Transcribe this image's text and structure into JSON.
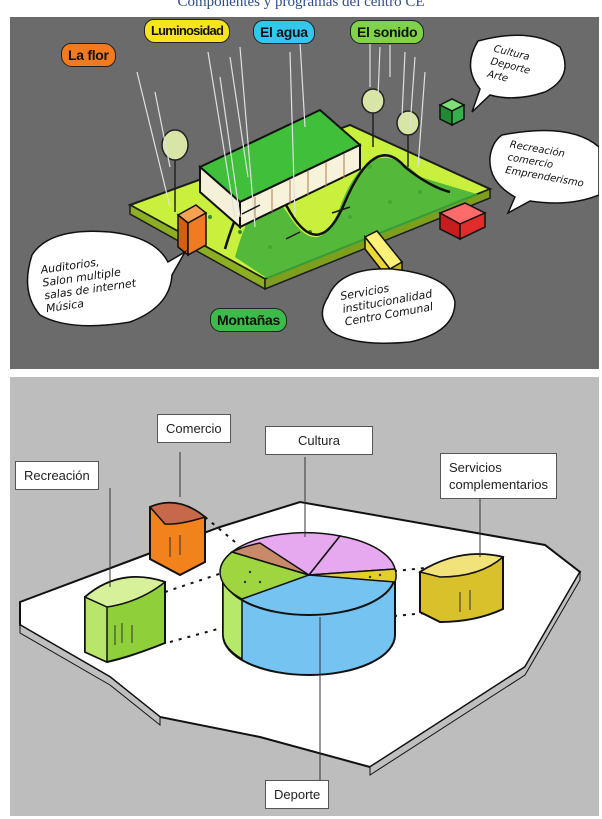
{
  "caption": "Componentes y programas del centro CE",
  "top_diagram": {
    "tags": {
      "la_flor": "La flor",
      "luminosidad": "Luminosidad",
      "el_agua": "El agua",
      "el_sonido": "El sonido",
      "montanas": "Montañas"
    },
    "notes": {
      "cultura": "Cultura\nDeporte\nArte",
      "recreacion": "Recreación\ncomercio\nEmprenderismo",
      "auditorios": "Auditorios,\nSalon multiple\nsalas de internet\nMúsica",
      "servicios": "Servicios\ninstitucionalidad\nCentro Comunal"
    },
    "colors": {
      "background": "#6b6b6b",
      "ground": "#c8f03c",
      "flor": "#f47a20",
      "luminosidad": "#f6e51e",
      "agua": "#33c7ee",
      "sonido": "#7fd24a",
      "montanas": "#3dbb4a"
    }
  },
  "bottom_diagram": {
    "labels": {
      "comercio": "Comercio",
      "cultura": "Cultura",
      "recreacion": "Recreación",
      "servicios": "Servicios\ncomplementarios",
      "deporte": "Deporte"
    },
    "colors": {
      "background": "#bdbdbd",
      "cultura": "#e6a8ee",
      "deporte": "#74c3f0",
      "recreacion": "#9fd53f",
      "comercio": "#f2821c",
      "servicios": "#e3cf2a"
    }
  }
}
